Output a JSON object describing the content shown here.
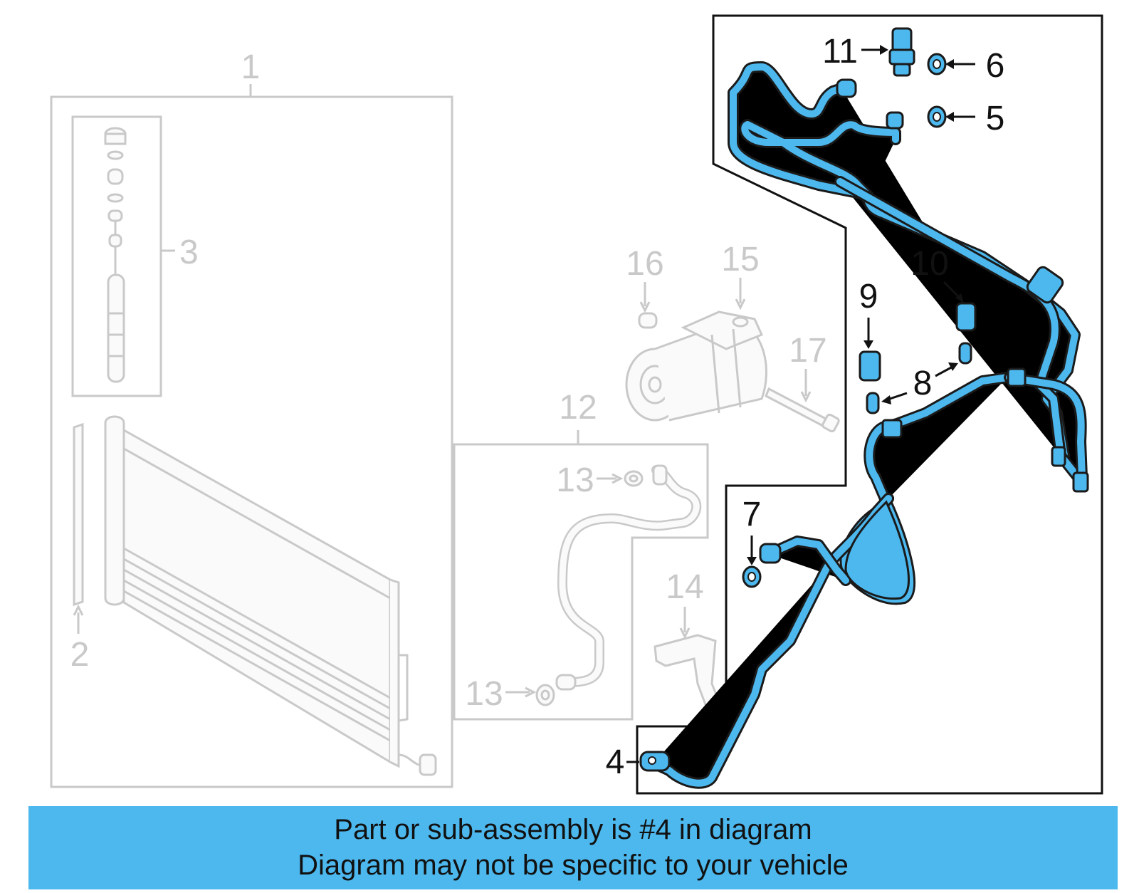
{
  "callouts": {
    "c1": "1",
    "c2": "2",
    "c3": "3",
    "c4": "4",
    "c5": "5",
    "c6": "6",
    "c7": "7",
    "c8": "8",
    "c9": "9",
    "c10": "10",
    "c11": "11",
    "c12": "12",
    "c13a": "13",
    "c13b": "13",
    "c14": "14",
    "c15": "15",
    "c16": "16",
    "c17": "17"
  },
  "banner": {
    "line1": "Part or sub-assembly is #4 in diagram",
    "line2": "Diagram may not be specific to your vehicle"
  },
  "colors": {
    "highlight_blue": "#4db8ee",
    "inactive_grey": "#c9c9c9",
    "active_black": "#111111"
  },
  "highlighted_part": "4"
}
